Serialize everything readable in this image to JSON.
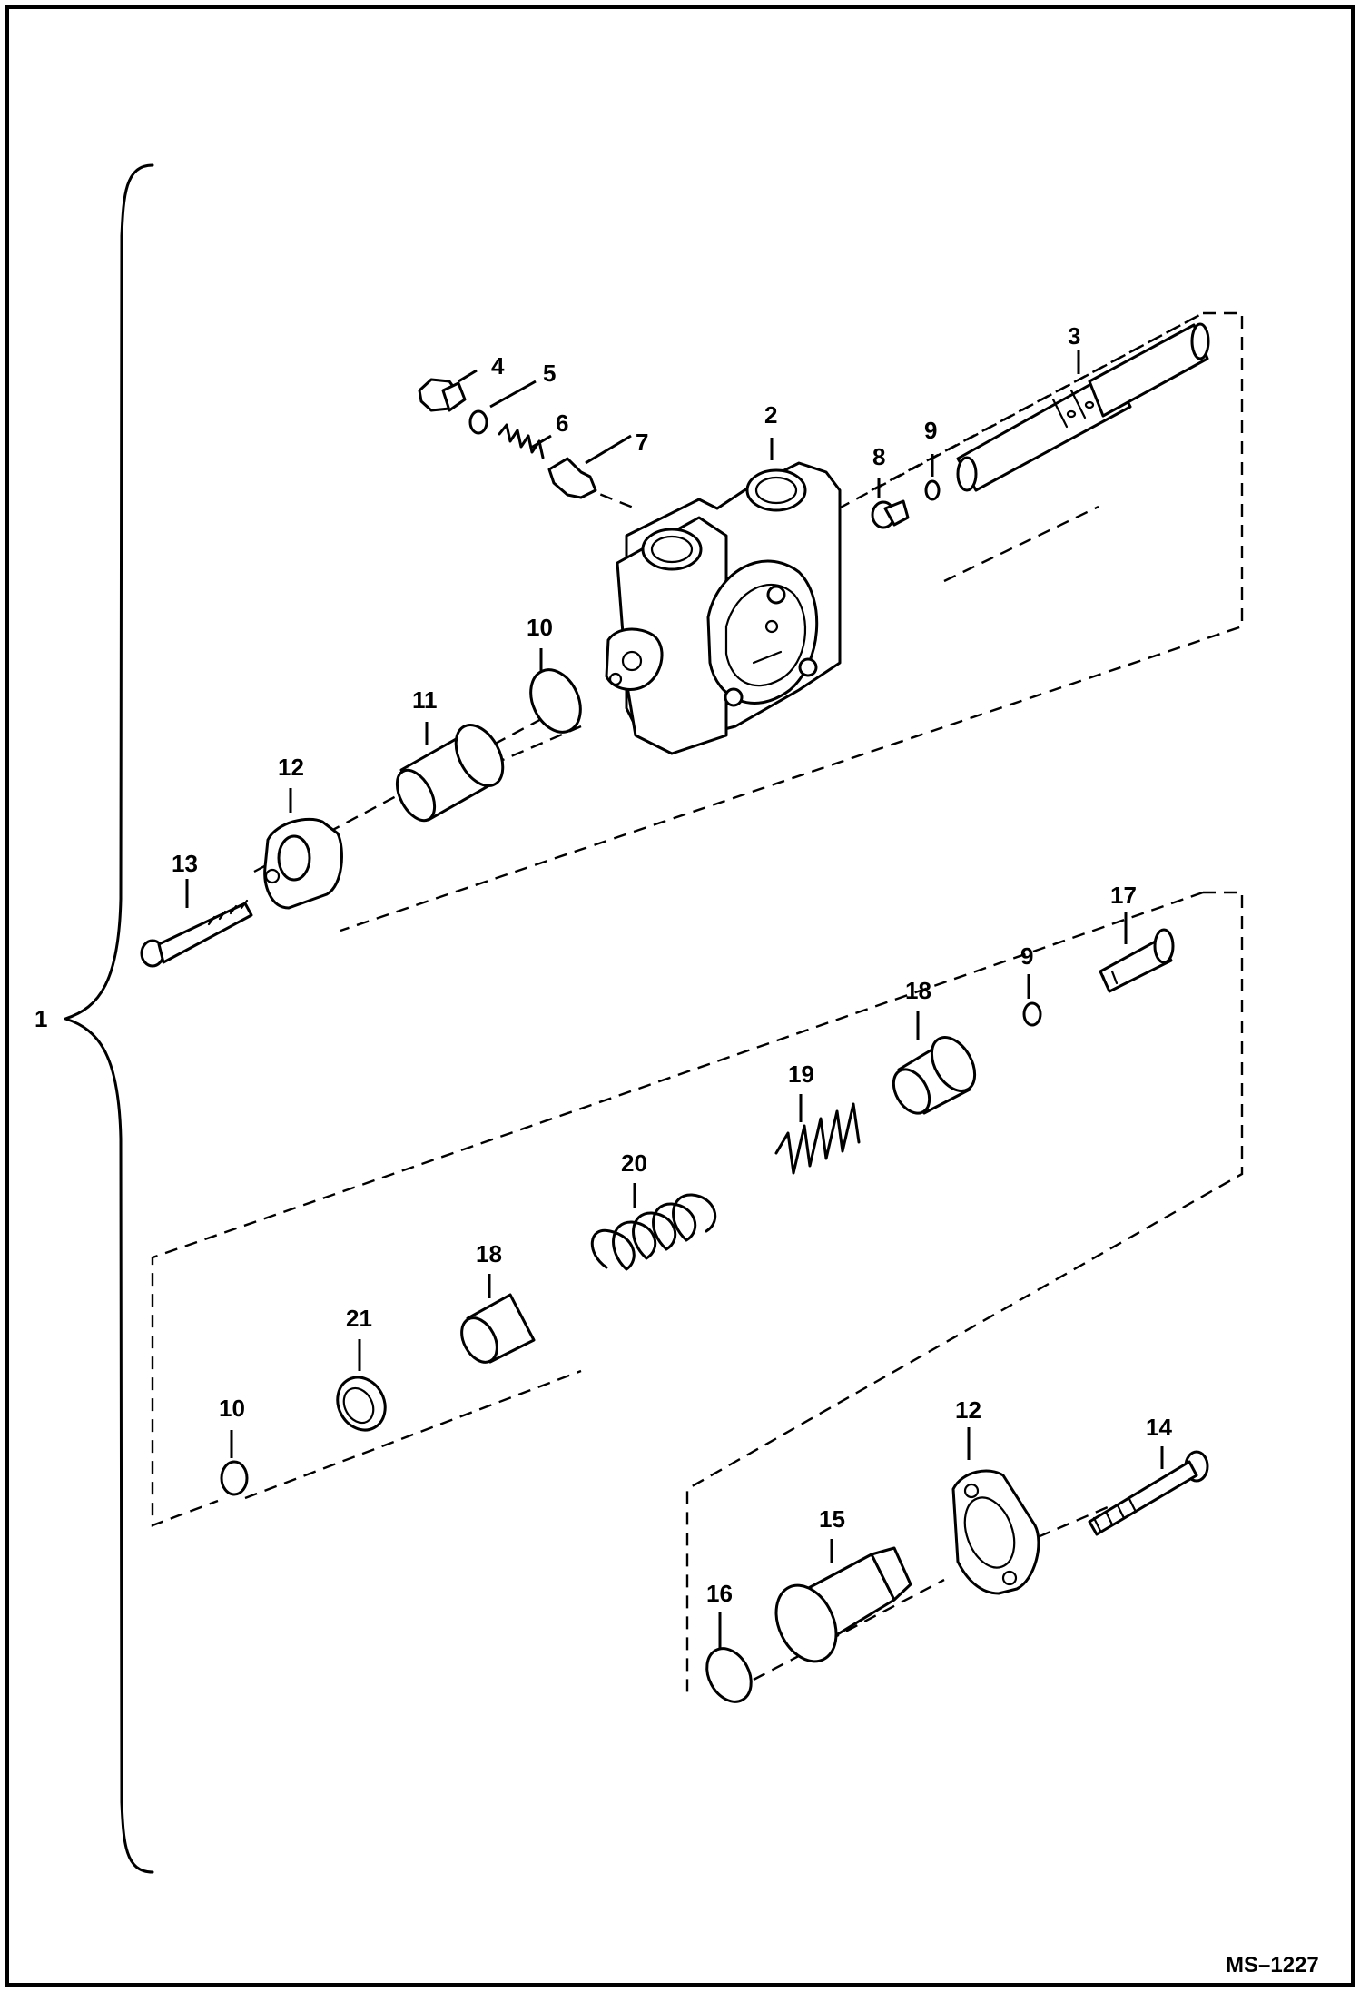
{
  "drawing_code": "MS–1227",
  "assembly_label": "1",
  "callouts": [
    "2",
    "3",
    "4",
    "5",
    "6",
    "7",
    "8",
    "9",
    "10",
    "11",
    "12",
    "13",
    "14",
    "15",
    "16",
    "17",
    "18",
    "19",
    "20",
    "21"
  ],
  "repeat_callouts": {
    "nine_b": "9",
    "ten_b": "10",
    "twelve_b": "12",
    "eighteen_b": "18"
  }
}
